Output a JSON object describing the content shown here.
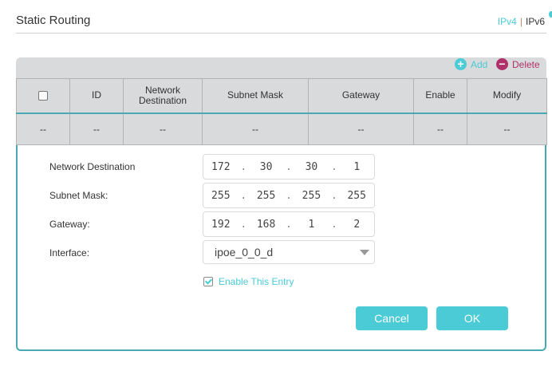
{
  "header": {
    "title": "Static Routing",
    "ip_versions": {
      "ipv4": "IPv4",
      "separator": "|",
      "ipv6": "IPv6",
      "active": "IPv4"
    }
  },
  "toolbar": {
    "add_label": "Add",
    "add_icon": "plus-circle-icon",
    "delete_label": "Delete",
    "delete_icon": "minus-circle-icon"
  },
  "table": {
    "columns": [
      "",
      "ID",
      "Network Destination",
      "Subnet Mask",
      "Gateway",
      "Enable",
      "Modify"
    ],
    "rows": [
      [
        "--",
        "--",
        "--",
        "--",
        "--",
        "--",
        "--"
      ]
    ]
  },
  "form": {
    "network_destination": {
      "label": "Network Destination",
      "octets": [
        "172",
        "30",
        "30",
        "1"
      ]
    },
    "subnet_mask": {
      "label": "Subnet Mask:",
      "octets": [
        "255",
        "255",
        "255",
        "255"
      ]
    },
    "gateway": {
      "label": "Gateway:",
      "octets": [
        "192",
        "168",
        "1",
        "2"
      ]
    },
    "interface": {
      "label": "Interface:",
      "value": "ipoe_0_0_d"
    },
    "enable_entry": {
      "label": "Enable This Entry",
      "checked": true
    },
    "cancel_label": "Cancel",
    "ok_label": "OK"
  },
  "colors": {
    "accent": "#4acbd6",
    "delete": "#b0306a",
    "table_bg": "#d8dadb",
    "panel_border": "#4aa8b4"
  }
}
